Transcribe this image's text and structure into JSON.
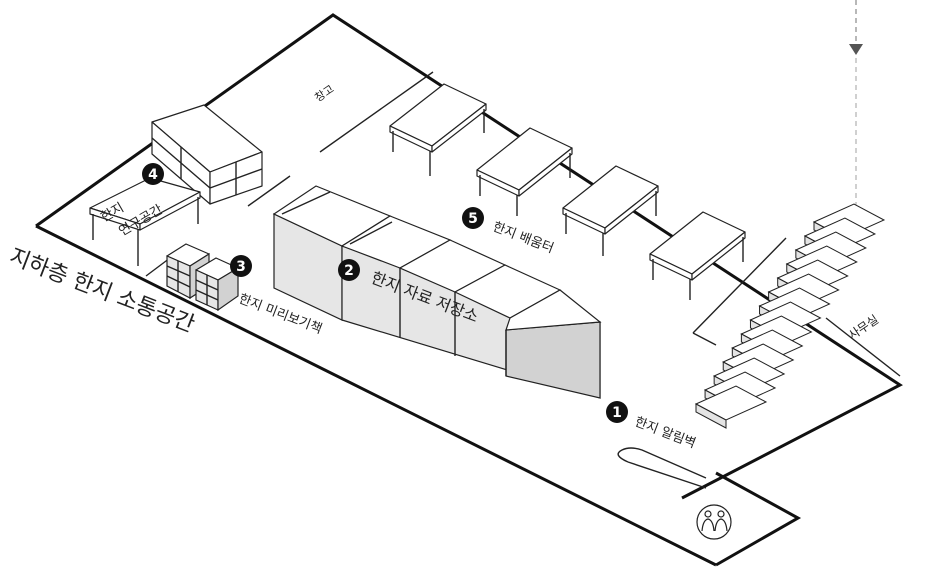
{
  "title": "지하층 한지 소통공간",
  "labels": {
    "storage": "창고",
    "office": "사무실",
    "repair_label_line1": "한지",
    "repair_label_line2": "연구공간"
  },
  "areas": [
    {
      "num": "1",
      "label": "한지 알림벽"
    },
    {
      "num": "2",
      "label": "한지 자료 저장소"
    },
    {
      "num": "3",
      "label": "한지 미리보기책"
    },
    {
      "num": "4",
      "label": "한지 연구공간"
    },
    {
      "num": "5",
      "label": "한지 배움터"
    }
  ],
  "entrance_icon": "people-icon"
}
